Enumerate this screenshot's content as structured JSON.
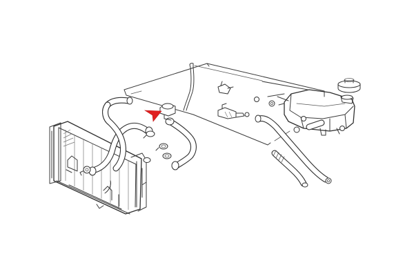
{
  "diagram": {
    "kind": "engine-cooling-system-parts-diagram",
    "components": [
      "radiator",
      "upper-radiator-hose",
      "lower-radiator-hose",
      "thermostat-hose",
      "expansion-tank",
      "expansion-tank-cap",
      "overflow-hose",
      "heater-hose",
      "hose-clamps",
      "temperature-sensor",
      "bleed-line"
    ],
    "highlight": {
      "color": "#e02020",
      "marker": "arrow-pointer",
      "target": "thermostat-hose"
    },
    "line_color": "#3a3a3a",
    "background": "#ffffff"
  }
}
